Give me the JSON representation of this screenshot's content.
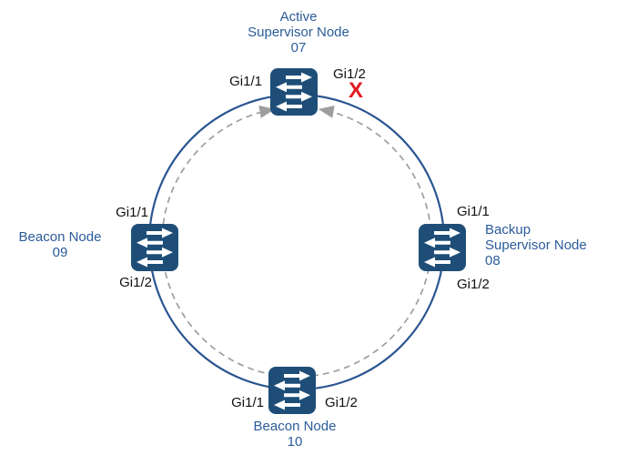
{
  "colors": {
    "ring_link": "#2a5591",
    "blocked_flow_path": "#9e9e9e",
    "switch_fill": "#1e4e78",
    "node_label": "#2b5c99",
    "port_label": "#111111",
    "failure_x": "#e11b22"
  },
  "icons": {
    "switch": "switch-icon",
    "flow_arrowhead": "arrowhead-icon",
    "failure": "failed-link-x-icon"
  },
  "failure_mark": "X",
  "nodes": {
    "top": {
      "line1": "Active",
      "line2": "Supervisor Node",
      "line3": "07",
      "port_left": "Gi1/1",
      "port_right": "Gi1/2"
    },
    "left": {
      "line1": "Beacon Node",
      "line2": "09",
      "port_top": "Gi1/1",
      "port_bottom": "Gi1/2"
    },
    "right": {
      "line1": "Backup",
      "line2": "Supervisor Node",
      "line3": "08",
      "port_top": "Gi1/1",
      "port_bottom": "Gi1/2"
    },
    "bottom": {
      "line1": "Beacon Node",
      "line2": "10",
      "port_left": "Gi1/1",
      "port_right": "Gi1/2"
    }
  }
}
